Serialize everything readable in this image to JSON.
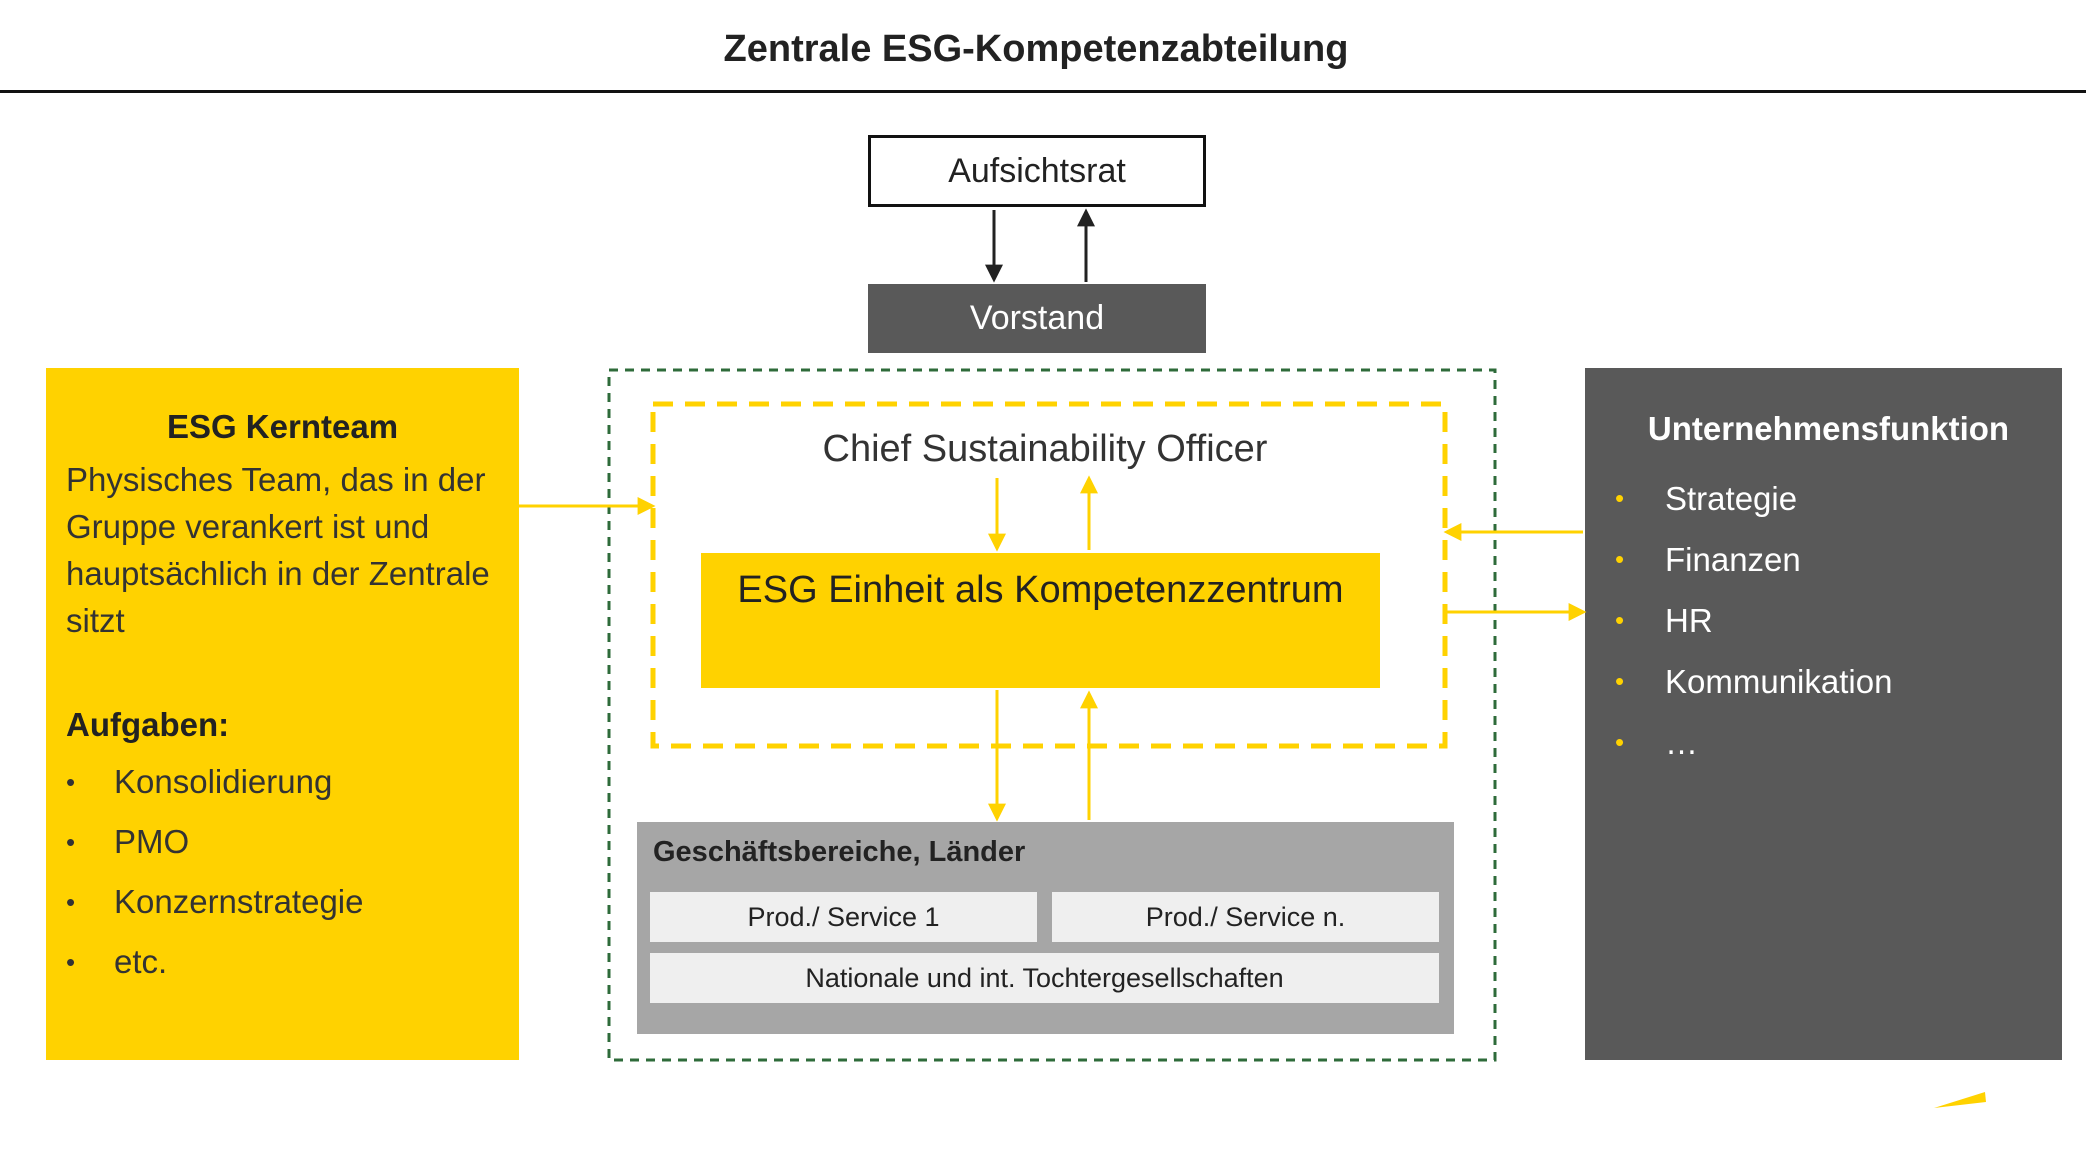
{
  "title": "Zentrale ESG-Kompetenzabteilung",
  "governance": {
    "board": "Aufsichtsrat",
    "executive_board": "Vorstand"
  },
  "left_panel": {
    "heading": "ESG Kernteam",
    "description": "Physisches Team, das in der Gruppe verankert ist und hauptsächlich in der Zentrale sitzt",
    "tasks_heading": "Aufgaben:",
    "tasks": [
      "Konsolidierung",
      "PMO",
      "Konzernstrategie",
      "etc."
    ]
  },
  "center": {
    "cso": "Chief Sustainability Officer",
    "esg_unit": "ESG Einheit als Kompetenzzentrum",
    "business": {
      "title": "Geschäftsbereiche, Länder",
      "product_1": "Prod./ Service 1",
      "product_n": "Prod./ Service n.",
      "subsidiaries": "Nationale und int. Tochtergesellschaften"
    }
  },
  "right_panel": {
    "heading": "Unternehmensfunktion",
    "items": [
      "Strategie",
      "Finanzen",
      "HR",
      "Kommunikation",
      "…"
    ]
  },
  "colors": {
    "accent_yellow": "#ffd200",
    "dark_gray": "#595959",
    "light_gray": "#a6a6a6",
    "box_gray": "#efefef",
    "dashed_green": "#2e6b3a"
  }
}
